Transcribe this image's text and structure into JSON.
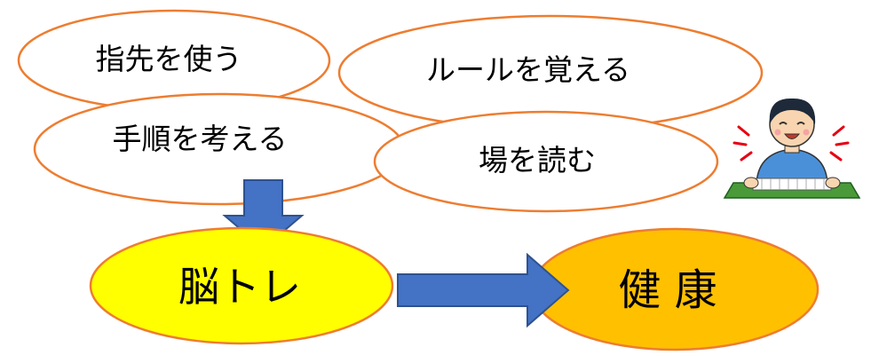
{
  "activities": {
    "finger": "指先を使う",
    "rules": "ルールを覚える",
    "procedure": "手順を考える",
    "situation": "場を読む"
  },
  "brain_training": {
    "label": "脳トレ"
  },
  "health": {
    "label": "健 康"
  },
  "colors": {
    "ellipse_stroke": "#ED7D31",
    "brain_fill": "#FFFF00",
    "health_fill": "#FFC000",
    "arrow_fill": "#4472C4",
    "arrow_stroke": "#2F528F"
  },
  "illustration": {
    "icon": "person-playing-mahjong-icon"
  }
}
